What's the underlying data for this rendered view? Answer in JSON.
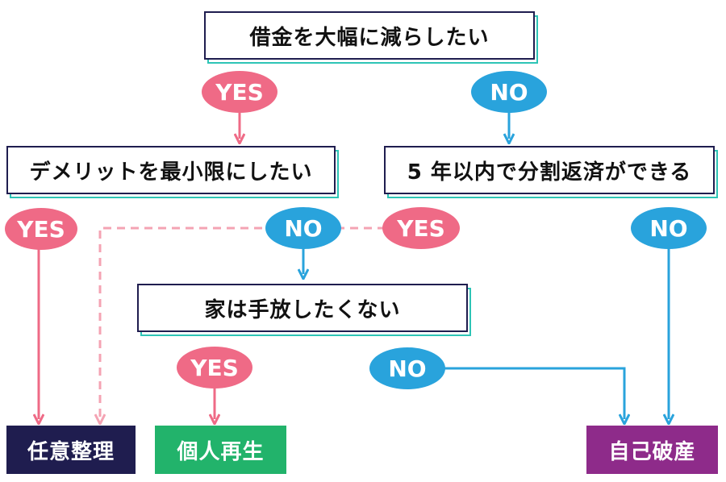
{
  "colors": {
    "yes": "#ef6a86",
    "no": "#29a3dc",
    "yes_dashed": "#f4a3b3",
    "box_border": "#1f1d4f",
    "box_shadow": "#2ec4b6",
    "result_voluntary": "#1f1d4f",
    "result_rehabilitation": "#22b36b",
    "result_bankruptcy": "#8e2b8a"
  },
  "questions": {
    "q1": "借金を大幅に減らしたい",
    "q2": "デメリットを最小限にしたい",
    "q3": "5 年以内で分割返済ができる",
    "q4": "家は手放したくない"
  },
  "labels": {
    "yes": "YES",
    "no": "NO"
  },
  "results": {
    "voluntary": "任意整理",
    "rehabilitation": "個人再生",
    "bankruptcy": "自己破産"
  }
}
